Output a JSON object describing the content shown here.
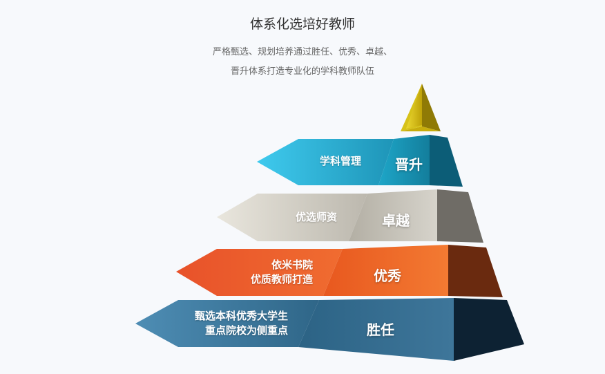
{
  "header": {
    "title": "体系化选培好教师",
    "subtitle_line1": "严格甄选、规划培养通过胜任、优秀、卓越、",
    "subtitle_line2": "晋升体系打造专业化的学科教师队伍"
  },
  "tiers": [
    {
      "label": "晋升",
      "arrow_lines": [
        "学科管理"
      ],
      "color": "#2ab3d6"
    },
    {
      "label": "卓越",
      "arrow_lines": [
        "优选师资"
      ],
      "color": "#b8b4aa"
    },
    {
      "label": "优秀",
      "arrow_lines": [
        "依米书院",
        "优质教师打造"
      ],
      "color": "#f0602a"
    },
    {
      "label": "胜任",
      "arrow_lines": [
        "甄选本科优秀大学生",
        "重点院校为侧重点"
      ],
      "color": "#3e7596"
    }
  ]
}
